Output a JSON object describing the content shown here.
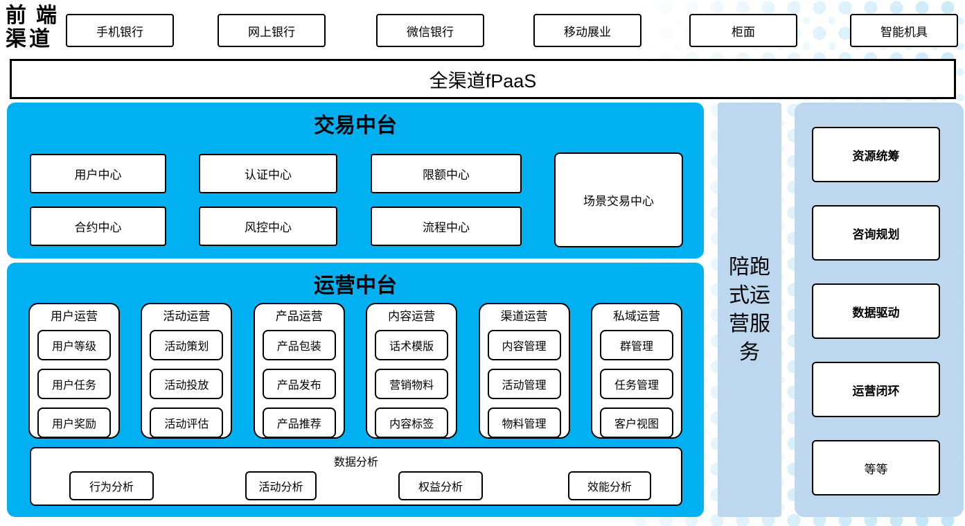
{
  "front_channels": {
    "label": "前端渠道",
    "items": [
      "手机银行",
      "网上银行",
      "微信银行",
      "移动展业",
      "柜面",
      "智能机具"
    ]
  },
  "fpaas": {
    "label": "全渠道fPaaS"
  },
  "transaction_platform": {
    "title": "交易中台",
    "row1": [
      "用户中心",
      "认证中心",
      "限额中心"
    ],
    "row2": [
      "合约中心",
      "风控中心",
      "流程中心"
    ],
    "tall_box": "场景交易中心"
  },
  "operation_platform": {
    "title": "运营中台",
    "columns": [
      {
        "title": "用户运营",
        "items": [
          "用户等级",
          "用户任务",
          "用户奖励"
        ]
      },
      {
        "title": "活动运营",
        "items": [
          "活动策划",
          "活动投放",
          "活动评估"
        ]
      },
      {
        "title": "产品运营",
        "items": [
          "产品包装",
          "产品发布",
          "产品推荐"
        ]
      },
      {
        "title": "内容运营",
        "items": [
          "话术模版",
          "营销物料",
          "内容标签"
        ]
      },
      {
        "title": "渠道运营",
        "items": [
          "内容管理",
          "活动管理",
          "物料管理"
        ]
      },
      {
        "title": "私域运营",
        "items": [
          "群管理",
          "任务管理",
          "客户视图"
        ]
      }
    ],
    "data_analysis": {
      "title": "数据分析",
      "items": [
        "行为分析",
        "活动分析",
        "权益分析",
        "效能分析"
      ]
    }
  },
  "side_bar": {
    "label": "陪跑式运营服务"
  },
  "right_panel": {
    "items": [
      "资源统筹",
      "咨询规划",
      "数据驱动",
      "运营闭环",
      "等等"
    ]
  },
  "colors": {
    "platform_blue": "#00b0f0",
    "panel_light_blue": "#bdd7ee",
    "dot_blue": "#c2e6f8",
    "border": "#000000"
  }
}
